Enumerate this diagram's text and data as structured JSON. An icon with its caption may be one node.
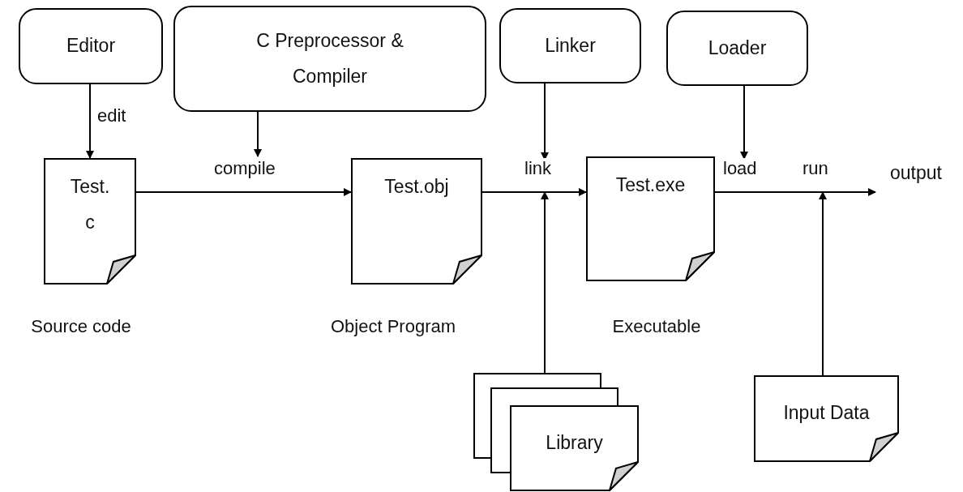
{
  "diagram": {
    "nodes": [
      {
        "text": [
          "Editor"
        ]
      },
      {
        "text": [
          "C Preprocessor & Compiler"
        ]
      },
      {
        "text": [
          "Linker"
        ]
      },
      {
        "text": [
          "Loader"
        ]
      },
      {
        "text": [
          "Test. c"
        ],
        "beside": [
          "Source code"
        ]
      },
      {
        "text": [
          "Test.obj"
        ],
        "beside": [
          "Object Program"
        ]
      },
      {
        "text": [
          "Test.exe"
        ],
        "beside": [
          "Executable"
        ]
      },
      {
        "text": [
          "Library"
        ]
      },
      {
        "text": [
          "Input Data"
        ]
      },
      {
        "text": [
          "output"
        ]
      }
    ],
    "edges": [
      {
        "from": 0,
        "to": 4,
        "arrow": "to",
        "label": "edit"
      },
      {
        "from": 1,
        "to": null,
        "arrow": "to",
        "label": "compile"
      },
      {
        "from": 4,
        "to": 5,
        "arrow": "to"
      },
      {
        "from": 2,
        "to": null,
        "arrow": "to",
        "label": "link"
      },
      {
        "from": 7,
        "to": null,
        "arrow": "to"
      },
      {
        "from": 5,
        "to": 6,
        "arrow": "to"
      },
      {
        "from": 3,
        "to": null,
        "arrow": "to",
        "label": "load"
      },
      {
        "from": 8,
        "to": null,
        "arrow": "to",
        "label": "run"
      },
      {
        "from": 6,
        "to": 9,
        "arrow": "to"
      }
    ]
  }
}
